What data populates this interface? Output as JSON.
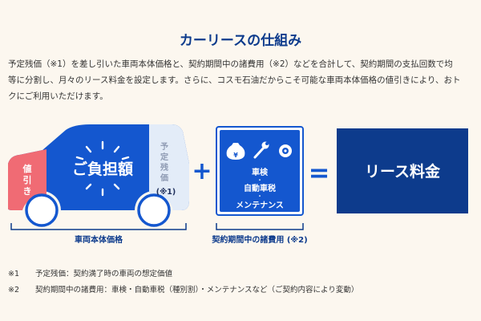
{
  "title": "カーリースの仕組み",
  "intro_lines": [
    "予定残価（※1）を差し引いた車両本体価格と、契約期間中の諸費用（※2）などを合計して、契約期間の支払回数で均",
    "等に分割し、月々のリース料金を設定します。さらに、コスモ石油だからこそ可能な車両本体価格の値引きにより、おト",
    "クにご利用いただけます。"
  ],
  "car": {
    "discount_chars": [
      "値",
      "引",
      "き"
    ],
    "payment_label": "ご負担額",
    "residual_chars": [
      "予",
      "定",
      "残",
      "価"
    ],
    "residual_note": "(※1)",
    "bracket_label": "車両本体価格"
  },
  "operators": {
    "plus": "+",
    "equals": "="
  },
  "costs": {
    "icons": [
      "money-bag-icon",
      "wrench-icon",
      "tire-icon"
    ],
    "items": [
      "車検",
      "自動車税",
      "メンテナンス"
    ],
    "separator": "・",
    "bracket_label": "契約期間中の諸費用 (※2)"
  },
  "result": {
    "label": "リース料金"
  },
  "notes": [
    {
      "num": "※1",
      "text": "予定残価：契約満了時の車両の想定価値"
    },
    {
      "num": "※2",
      "text": "契約期間中の諸費用：車検・自動車税（種別割）・メンテナンスなど（ご契約内容により変動）"
    }
  ],
  "colors": {
    "navy": "#0d3b8c",
    "blue": "#1457cf",
    "light_blue": "#e3ecf8",
    "red": "#f06b74",
    "background": "#fcf7ef"
  }
}
